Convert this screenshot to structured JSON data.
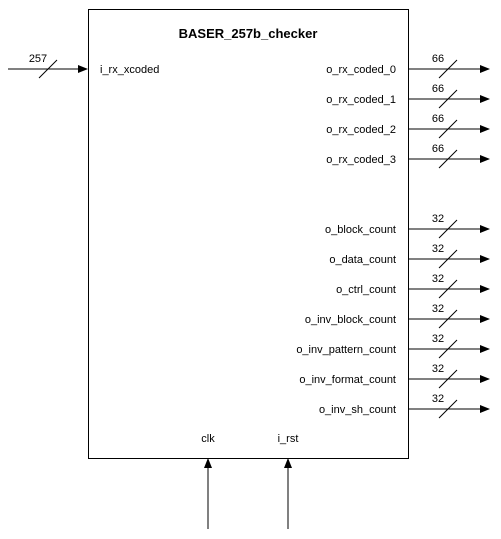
{
  "block": {
    "title": "BASER_257b_checker"
  },
  "inputs": [
    {
      "name": "i_rx_xcoded",
      "width": "257"
    }
  ],
  "outputs": [
    {
      "name": "o_rx_coded_0",
      "width": "66"
    },
    {
      "name": "o_rx_coded_1",
      "width": "66"
    },
    {
      "name": "o_rx_coded_2",
      "width": "66"
    },
    {
      "name": "o_rx_coded_3",
      "width": "66"
    },
    {
      "name": "o_block_count",
      "width": "32"
    },
    {
      "name": "o_data_count",
      "width": "32"
    },
    {
      "name": "o_ctrl_count",
      "width": "32"
    },
    {
      "name": "o_inv_block_count",
      "width": "32"
    },
    {
      "name": "o_inv_pattern_count",
      "width": "32"
    },
    {
      "name": "o_inv_format_count",
      "width": "32"
    },
    {
      "name": "o_inv_sh_count",
      "width": "32"
    }
  ],
  "bottom_inputs": [
    {
      "name": "clk"
    },
    {
      "name": "i_rst"
    }
  ],
  "colors": {
    "stroke": "#000000",
    "background": "#ffffff"
  }
}
